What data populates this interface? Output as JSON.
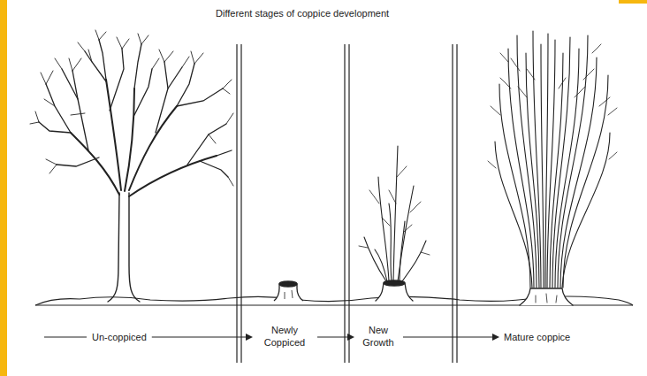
{
  "diagram": {
    "title": "Different stages of coppice development",
    "labels": [
      "Un-coppiced",
      "Newly Coppiced",
      "New Growth",
      "Mature coppice"
    ]
  }
}
